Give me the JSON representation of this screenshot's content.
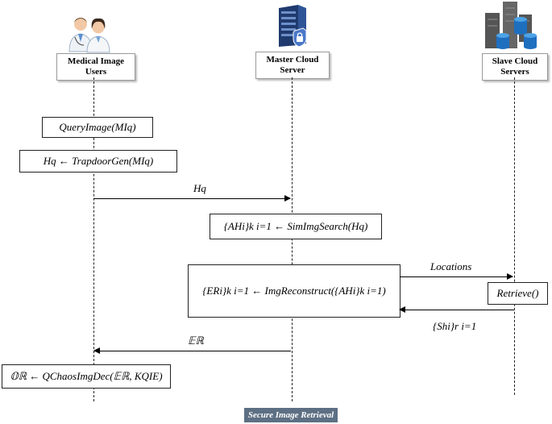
{
  "actors": {
    "users": {
      "label_line1": "Medical Image",
      "label_line2": "Users",
      "icon": "doctors-icon"
    },
    "master": {
      "label_line1": "Master Cloud",
      "label_line2": "Server",
      "icon": "secure-server-icon"
    },
    "slave": {
      "label_line1": "Slave Cloud",
      "label_line2": "Servers",
      "icon": "database-servers-icon"
    }
  },
  "steps": {
    "query": "QueryImage(MIq)",
    "trapdoor": "Hq ← TrapdoorGen(MIq)",
    "msg_hq": "Hq",
    "search": "{AHi}k i=1 ← SimImgSearch(Hq)",
    "reconstruct": "{ERi}k i=1 ← ImgReconstruct({AHi}k i=1)",
    "msg_locations": "Locations",
    "retrieve": "Retrieve()",
    "msg_shares": "{Shi}r i=1",
    "msg_er": "𝔼ℝ",
    "decrypt": "𝕆ℝ ← QChaosImgDec(𝔼ℝ, KQIE)"
  },
  "caption": "Secure Image Retrieval"
}
